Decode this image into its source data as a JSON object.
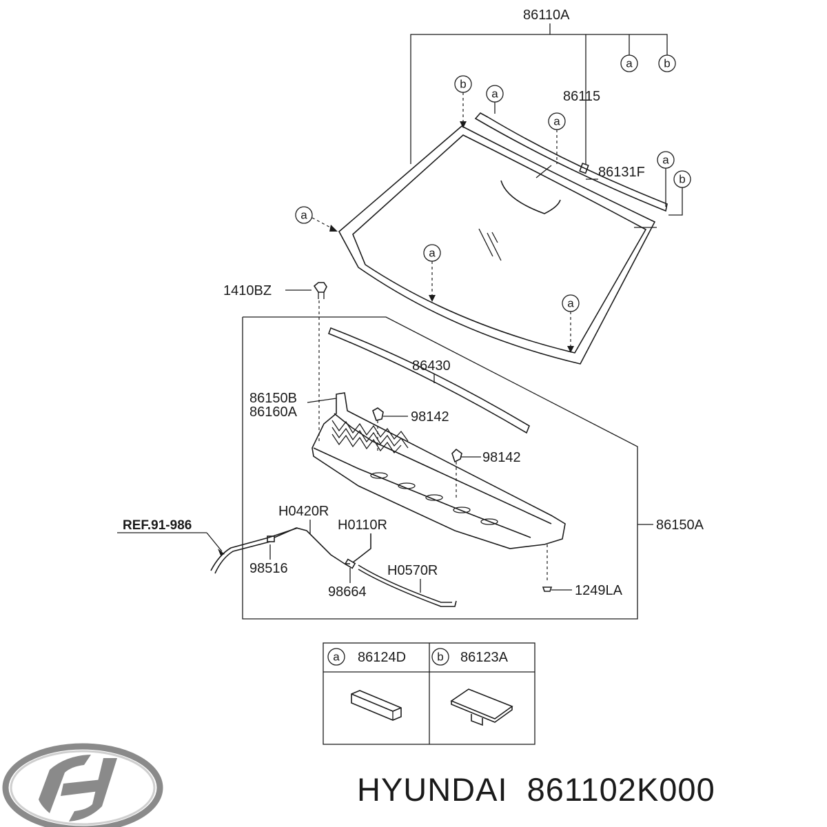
{
  "labels": {
    "p86110A": "86110A",
    "p86115": "86115",
    "p86131F": "86131F",
    "p1410BZ": "1410BZ",
    "p86430": "86430",
    "p86150B": "86150B",
    "p86160A": "86160A",
    "p98142a": "98142",
    "p98142b": "98142",
    "pH0420R": "H0420R",
    "pH0110R": "H0110R",
    "pREF": "REF.91-986",
    "p98516": "98516",
    "pH0570R": "H0570R",
    "p98664": "98664",
    "p86150A": "86150A",
    "p1249LA": "1249LA"
  },
  "callouts": {
    "a": "a",
    "b": "b"
  },
  "legend": {
    "a_letter": "a",
    "a_part": "86124D",
    "b_letter": "b",
    "b_part": "86123A"
  },
  "footer": {
    "brand": "HYUNDAI",
    "part_number": "861102K000"
  },
  "logo": {
    "name": "hyundai-logo",
    "color": "#8a8a8a"
  }
}
